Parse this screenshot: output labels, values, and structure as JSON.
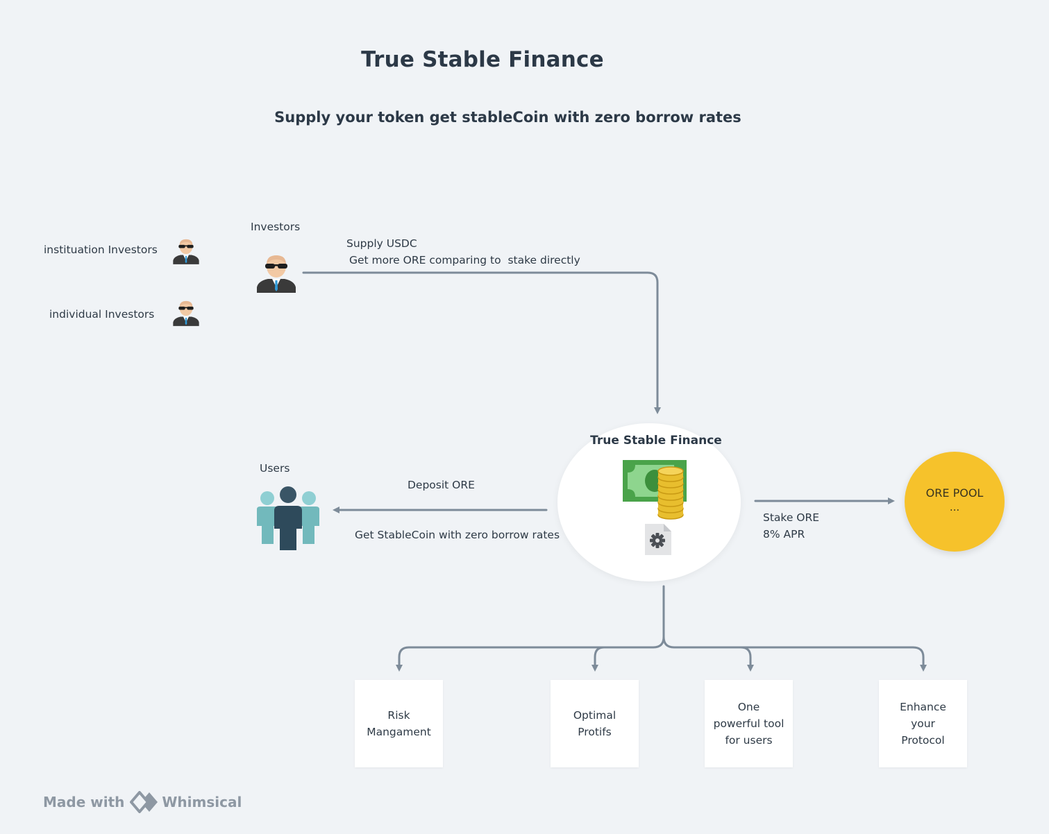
{
  "title": "True Stable Finance",
  "subtitle": "Supply your token get stableCoin with zero borrow rates",
  "investors": {
    "label": "Investors",
    "institution": "instituation Investors",
    "individual": "individual Investors"
  },
  "supply_edge": {
    "line1": "Supply USDC",
    "line2": "Get more ORE comparing to  stake directly"
  },
  "hub": {
    "label": "True Stable Finance"
  },
  "users": {
    "label": "Users"
  },
  "user_edge": {
    "line1": "Deposit ORE",
    "line2": "Get StableCoin with zero borrow rates"
  },
  "stake_edge": {
    "line1": "Stake ORE",
    "line2": "8% APR"
  },
  "pool": {
    "label": "ORE POOL",
    "sub": "..."
  },
  "features": [
    {
      "text": "Risk\nMangament"
    },
    {
      "text": "Optimal\nProtifs"
    },
    {
      "text": "One\npowerful tool\nfor users"
    },
    {
      "text": "Enhance\nyour\nProtocol"
    }
  ],
  "footer": {
    "made_with": "Made with",
    "brand": "Whimsical"
  },
  "colors": {
    "background": "#f0f3f6",
    "connector": "#7d8b99",
    "pool": "#f6c22b"
  }
}
